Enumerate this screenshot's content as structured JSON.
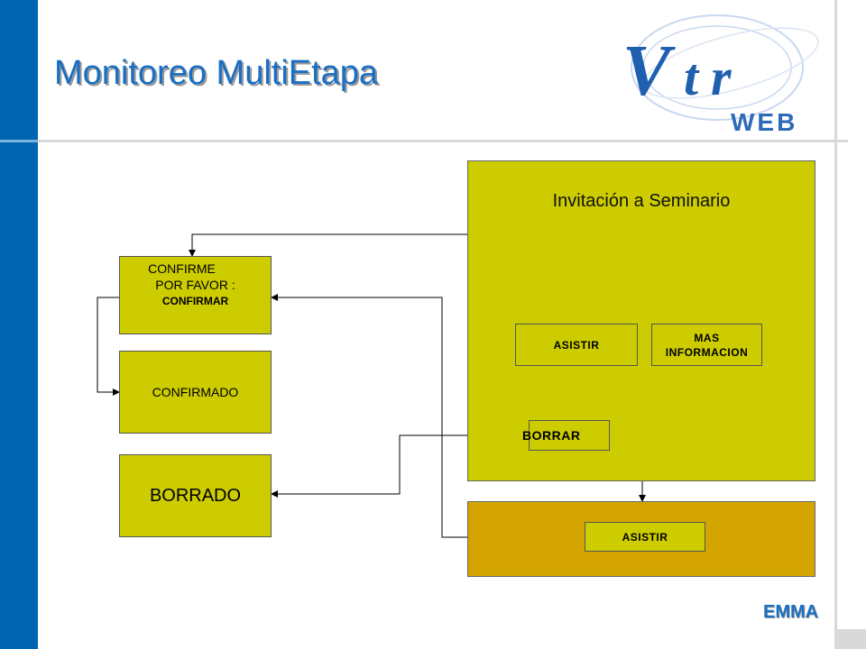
{
  "title": "Monitoreo MultiEtapa",
  "logo": {
    "main_text": "Vtr",
    "sub_text": "WEB"
  },
  "panel": {
    "title": "Invitación a Seminario"
  },
  "buttons": {
    "asistir_top": "ASISTIR",
    "mas_informacion_line1": "MAS",
    "mas_informacion_line2": "INFORMACION",
    "borrar": "BORRAR",
    "asistir_bottom": "ASISTIR"
  },
  "states": {
    "confirme_line1": "CONFIRME",
    "confirme_line2": "POR FAVOR :",
    "confirme_line3": "CONFIRMAR",
    "confirmado": "CONFIRMADO",
    "borrado": "BORRADO"
  },
  "footer": {
    "label": "EMMA"
  },
  "colors": {
    "accent": "#1a6fc4",
    "sidebar": "#0066b3",
    "olive": "#cccc00",
    "gold": "#d4a500"
  }
}
